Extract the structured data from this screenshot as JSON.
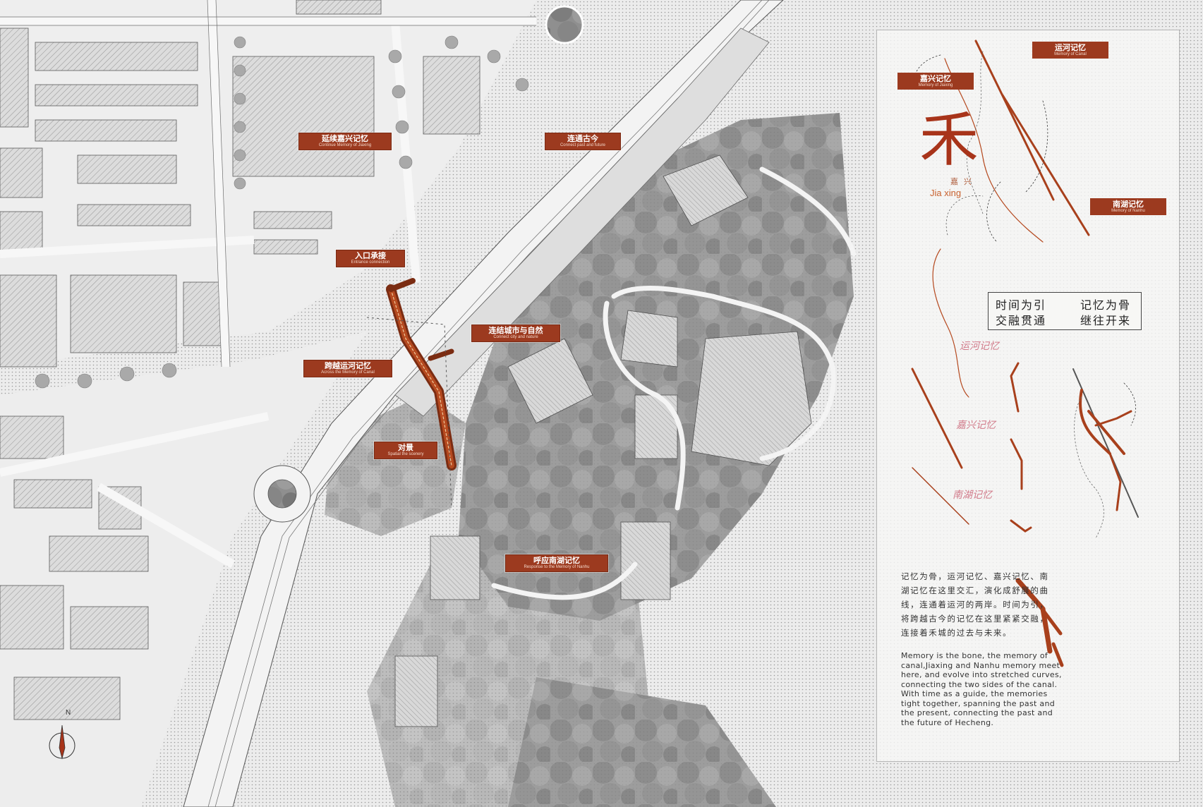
{
  "map": {
    "labels": [
      {
        "id": "continue-jiaxing",
        "cn": "延续嘉兴记忆",
        "en": "Continue Memory of Jiaxing"
      },
      {
        "id": "connect-past-present",
        "cn": "连通古今",
        "en": "Connect past and future"
      },
      {
        "id": "entrance",
        "cn": "入口承接",
        "en": "Entrance connection"
      },
      {
        "id": "connect-city-nature",
        "cn": "连结城市与自然",
        "en": "Connect city and nature"
      },
      {
        "id": "across-canal",
        "cn": "跨越运河记忆",
        "en": "Across the Memory of Canal"
      },
      {
        "id": "opposite-scenery",
        "cn": "对景",
        "en": "Spatial the scenery"
      },
      {
        "id": "echo-nanhu",
        "cn": "呼应南湖记忆",
        "en": "Response to the Memory of Nanhu"
      }
    ],
    "compass_letter": "N"
  },
  "legend": {
    "char": "禾",
    "jiaxing_cn": "嘉兴",
    "jiaxing_en": "Jia xing",
    "tags": [
      {
        "id": "jiaxing",
        "cn": "嘉兴记忆",
        "en": "Memory of Jiaxing"
      },
      {
        "id": "canal",
        "cn": "运河记忆",
        "en": "Memory of Canal"
      },
      {
        "id": "nanhu",
        "cn": "南湖记忆",
        "en": "Memory of Nanhu"
      }
    ],
    "slogan": [
      "时间为引",
      "记忆为骨",
      "交融贯通",
      "继往开来"
    ],
    "script_labels": [
      "运河记忆",
      "嘉兴记忆",
      "南湖记忆"
    ],
    "description_cn": "记忆为骨，运河记忆、嘉兴记忆、南湖记忆在这里交汇，演化成舒展的曲线，连通着运河的两岸。时间为引，将跨越古今的记忆在这里紧紧交融，连接着禾城的过去与未来。",
    "description_en": "Memory is the bone, the memory of canal,Jiaxing and Nanhu memory meet here, and evolve into stretched curves, connecting the two sides of the canal. With time as a guide, the memories tight together, spanning the past and the present, connecting the past and the future of Hecheng."
  },
  "colors": {
    "accent": "#9c3a1f",
    "bridge": "#a8401c",
    "building_fill": "#d4d4d4",
    "road": "#f5f5f5"
  }
}
